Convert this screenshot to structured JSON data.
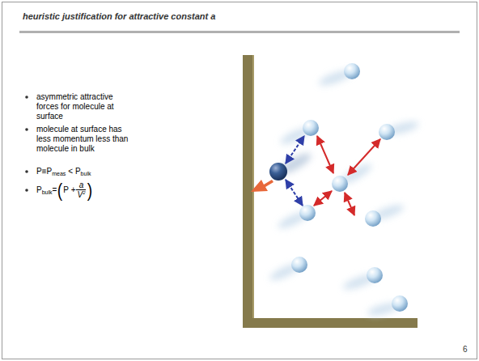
{
  "diagram": {
    "title": "heuristic justification for attractive constant a",
    "labels": [
      "asymmetric attractive forces for molecule at surface",
      "molecule at surface has less momentum less than molecule in bulk",
      "P≡P",
      "meas",
      "< P",
      "bulk",
      "P",
      "bulk",
      "=",
      "(",
      "P +",
      "a",
      "V̄",
      "2",
      ")",
      "6"
    ]
  }
}
